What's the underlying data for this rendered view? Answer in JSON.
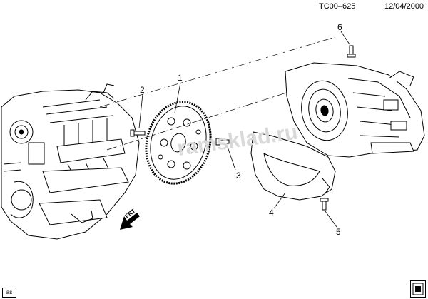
{
  "header": {
    "doc_id": "TC00–625",
    "date": "12/04/2000"
  },
  "callouts": [
    {
      "id": "1",
      "label": "1"
    },
    {
      "id": "2",
      "label": "2"
    },
    {
      "id": "3",
      "label": "3"
    },
    {
      "id": "4",
      "label": "4"
    },
    {
      "id": "5",
      "label": "5"
    },
    {
      "id": "6",
      "label": "6"
    }
  ],
  "direction_arrow": {
    "label": "FRT"
  },
  "watermark": {
    "text": "ramsklad.ru"
  },
  "footer": {
    "badge": "as"
  },
  "colors": {
    "line": "#000000",
    "watermark": "#d9d9d9"
  },
  "icons": {
    "frt": "arrow-left-down-icon",
    "corner": "gm-logo-icon"
  }
}
